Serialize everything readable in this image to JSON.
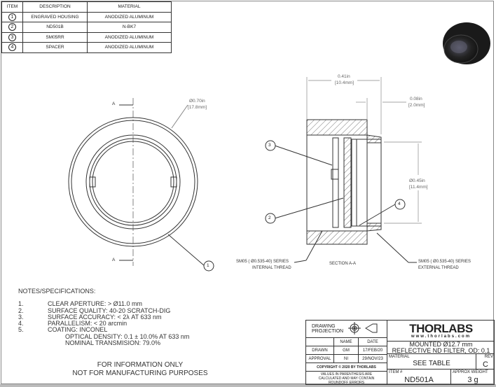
{
  "bom": {
    "headers": [
      "ITEM",
      "DESCRIPTION",
      "MATERIAL"
    ],
    "rows": [
      {
        "item": "1",
        "description": "ENGRAVED HOUSING",
        "material": "ANODIZED ALUMINUM"
      },
      {
        "item": "2",
        "description": "ND501B",
        "material": "N-BK7"
      },
      {
        "item": "3",
        "description": "SM05RR",
        "material": "ANODIZED ALUMINUM"
      },
      {
        "item": "4",
        "description": "SPACER",
        "material": "ANODIZED ALUMINUM"
      }
    ]
  },
  "front_view": {
    "section_label": "A",
    "dim_in": "Ø0.70in",
    "dim_mm": "[17.8mm]",
    "balloon": "1"
  },
  "section_view": {
    "width_in": "0.41in",
    "width_mm": "[10.4mm]",
    "step_in": "0.08in",
    "step_mm": "[2.0mm]",
    "dia_in": "Ø0.45in",
    "dia_mm": "[11.4mm]",
    "balloons": [
      "3",
      "2",
      "4"
    ],
    "internal_thread": [
      "SM05 ( Ø0.535-40) SERIES",
      "INTERNAL THREAD"
    ],
    "external_thread": [
      "SM05 ( Ø0.535-40) SERIES",
      "EXTERNAL THREAD"
    ],
    "title": "SECTION A-A"
  },
  "notes": {
    "title": "NOTES/SPECIFICATIONS:",
    "items": [
      {
        "n": "1.",
        "text": "CLEAR APERTURE: > Ø11.0 mm"
      },
      {
        "n": "2.",
        "text": "SURFACE QUALITY: 40-20 SCRATCH-DIG"
      },
      {
        "n": "3.",
        "text": "SURFACE ACCURACY: < 2λ AT 633 nm"
      },
      {
        "n": "4.",
        "text": "PARALLELISM: < 20 arcmin"
      },
      {
        "n": "5.",
        "text": "COATING: INCONEL"
      }
    ],
    "sub": [
      "OPTICAL DENSITY: 0.1 ± 10.0% AT 633 nm",
      "NOMINAL TRANSMISION: 79.0%"
    ],
    "info": [
      "FOR INFORMATION ONLY",
      "NOT FOR MANUFACTURING PURPOSES"
    ]
  },
  "title_block": {
    "projection": "DRAWING PROJECTION",
    "name_h": "NAME",
    "date_h": "DATE",
    "drawn": "DRAWN",
    "drawn_name": "GM",
    "drawn_date": "17/FEB/20",
    "approval": "APPROVAL",
    "approval_name": "NI",
    "approval_date": "29/NOV/23",
    "copyright": "COPYRIGHT © 2020 BY THORLABS",
    "values_note": "VALUES IN PARENTHESIS ARE CALCULATED AND MAY CONTAIN ROUNDOFF ERRORS",
    "logo": "THORLABS",
    "url": "www.thorlabs.com",
    "desc1": "MOUNTED Ø12.7 mm",
    "desc2": "REFLECTIVE ND FILTER, OD: 0.1",
    "material_l": "MATERIAL",
    "material": "SEE TABLE",
    "rev_l": "REV",
    "rev": "C",
    "item_l": "ITEM #",
    "item": "ND501A",
    "weight_l": "APPROX WEIGHT",
    "weight": "3 g"
  }
}
